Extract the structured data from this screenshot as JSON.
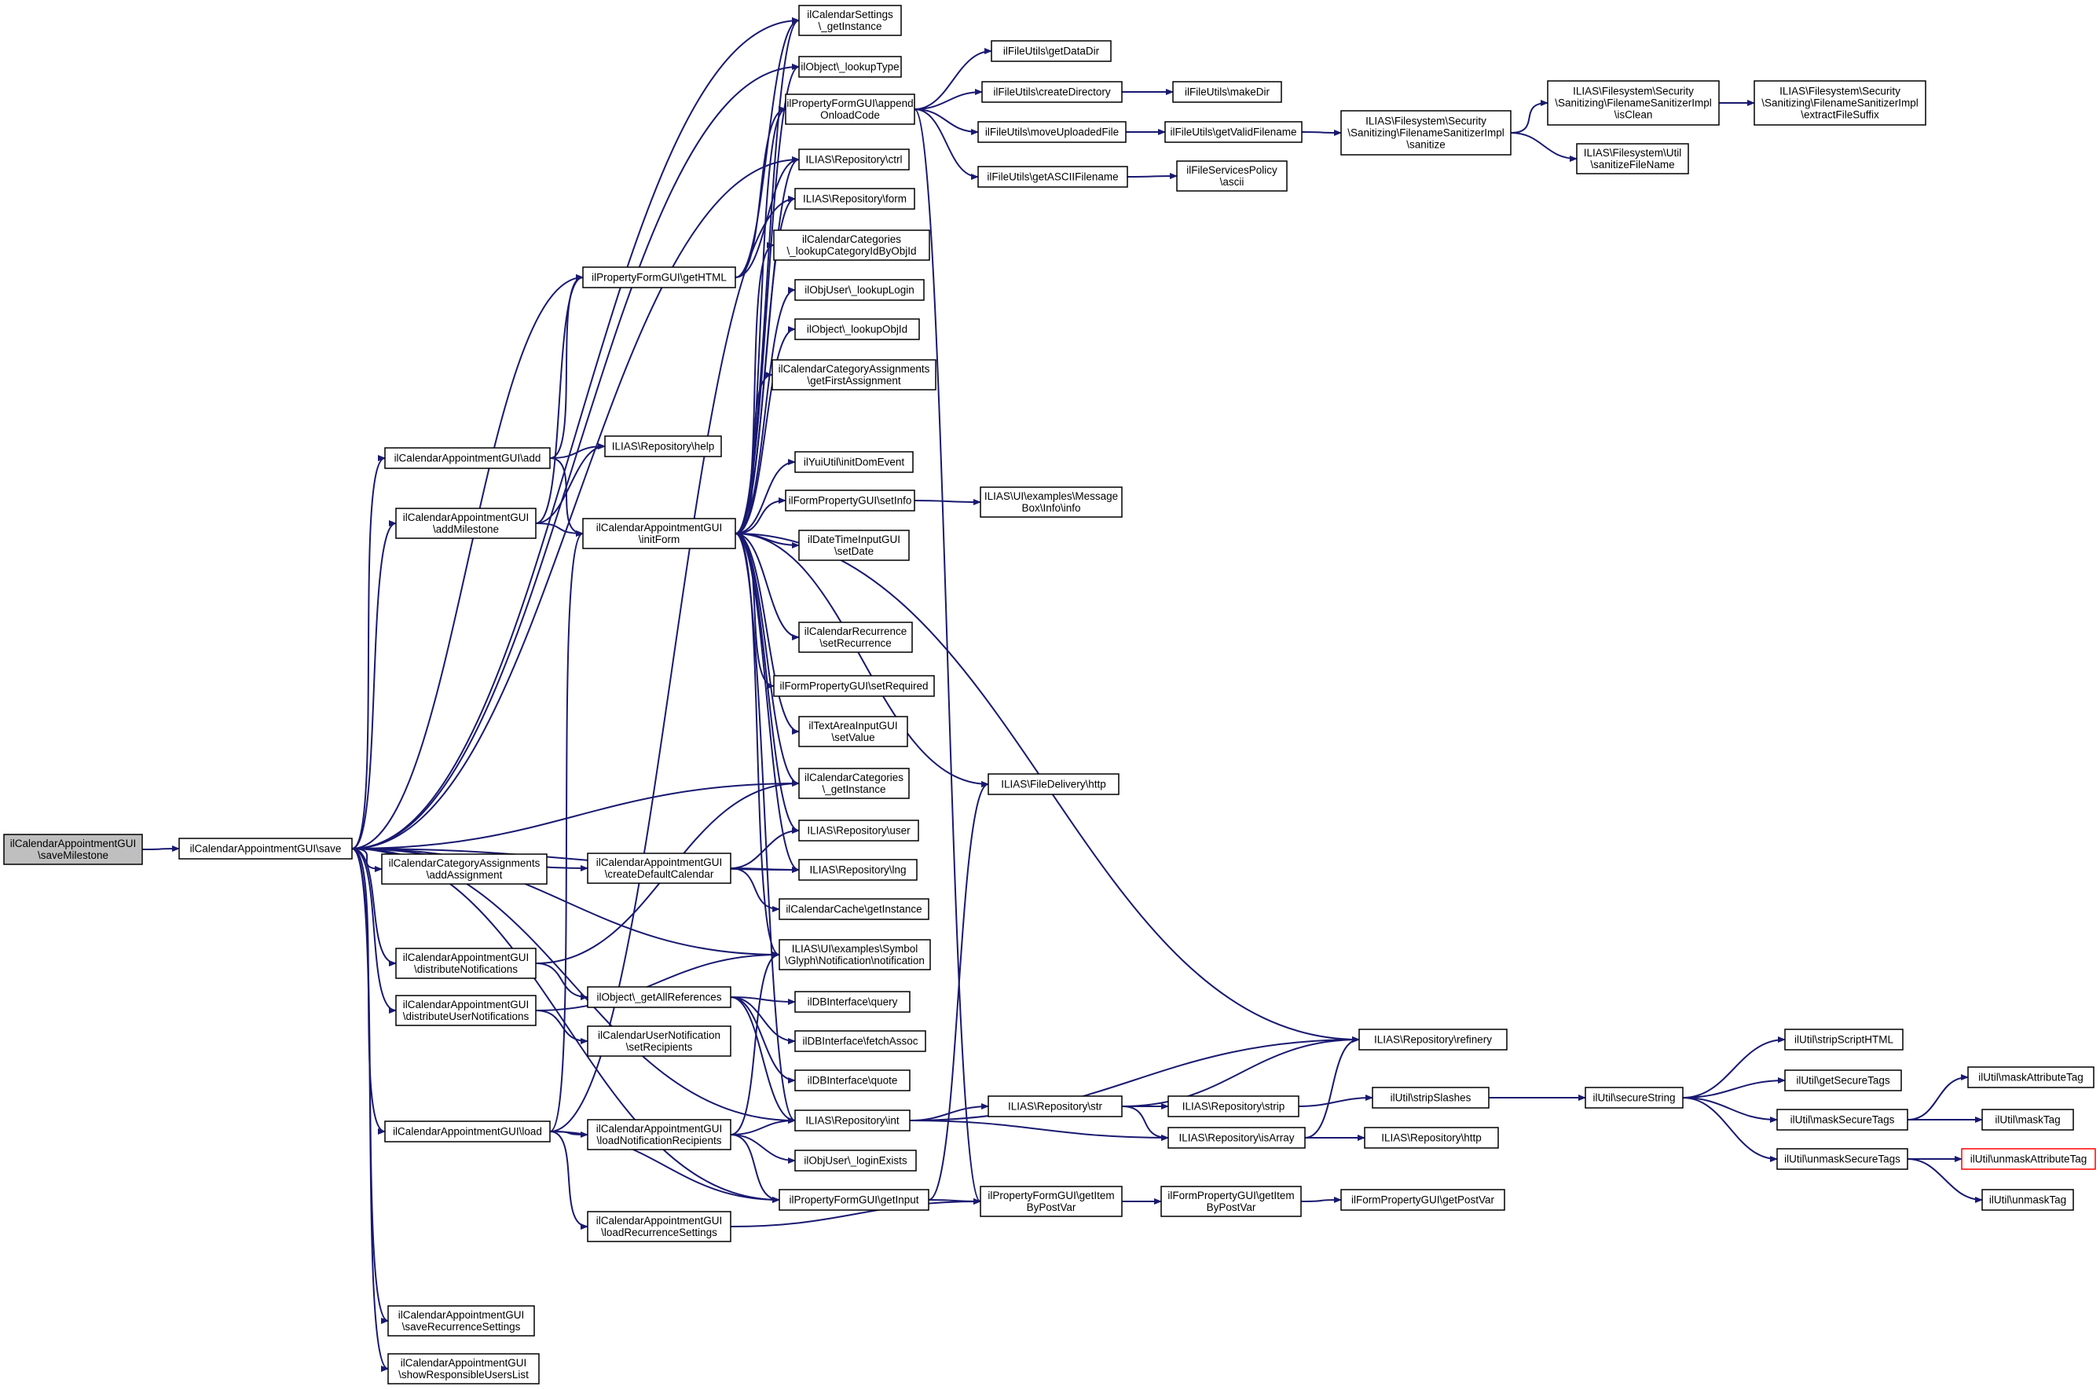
{
  "diagram": {
    "type": "call-graph",
    "colors": {
      "edge": "#191970",
      "node_border": "#000000",
      "root_fill": "#bfbfbf",
      "truncated_border": "#ff0000",
      "background": "#ffffff"
    },
    "nodes": [
      {
        "id": "saveMilestone",
        "lines": [
          "ilCalendarAppointmentGUI",
          "\\saveMilestone"
        ],
        "style": "root"
      },
      {
        "id": "save",
        "lines": [
          "ilCalendarAppointmentGUI\\save"
        ]
      },
      {
        "id": "calSettings",
        "lines": [
          "ilCalendarSettings",
          "\\_getInstance"
        ]
      },
      {
        "id": "lookupType",
        "lines": [
          "ilObject\\_lookupType"
        ]
      },
      {
        "id": "appendOnload",
        "lines": [
          "ilPropertyFormGUI\\append",
          "OnloadCode"
        ]
      },
      {
        "id": "repoCtrl",
        "lines": [
          "ILIAS\\Repository\\ctrl"
        ]
      },
      {
        "id": "repoForm",
        "lines": [
          "ILIAS\\Repository\\form"
        ]
      },
      {
        "id": "lookupCatId",
        "lines": [
          "ilCalendarCategories",
          "\\_lookupCategoryIdByObjId"
        ]
      },
      {
        "id": "lookupLogin",
        "lines": [
          "ilObjUser\\_lookupLogin"
        ]
      },
      {
        "id": "lookupObjId",
        "lines": [
          "ilObject\\_lookupObjId"
        ]
      },
      {
        "id": "getFirstAssign",
        "lines": [
          "ilCalendarCategoryAssignments",
          "\\getFirstAssignment"
        ]
      },
      {
        "id": "initDomEvent",
        "lines": [
          "ilYuiUtil\\initDomEvent"
        ]
      },
      {
        "id": "setInfo",
        "lines": [
          "ilFormPropertyGUI\\setInfo"
        ]
      },
      {
        "id": "setDate",
        "lines": [
          "ilDateTimeInputGUI",
          "\\setDate"
        ]
      },
      {
        "id": "setRecurrence",
        "lines": [
          "ilCalendarRecurrence",
          "\\setRecurrence"
        ]
      },
      {
        "id": "setRequired",
        "lines": [
          "ilFormPropertyGUI\\setRequired"
        ]
      },
      {
        "id": "setValue",
        "lines": [
          "ilTextAreaInputGUI",
          "\\setValue"
        ]
      },
      {
        "id": "calCatInst",
        "lines": [
          "ilCalendarCategories",
          "\\_getInstance"
        ]
      },
      {
        "id": "repoUser",
        "lines": [
          "ILIAS\\Repository\\user"
        ]
      },
      {
        "id": "repoLng",
        "lines": [
          "ILIAS\\Repository\\lng"
        ]
      },
      {
        "id": "calCache",
        "lines": [
          "ilCalendarCache\\getInstance"
        ]
      },
      {
        "id": "notification",
        "lines": [
          "ILIAS\\UI\\examples\\Symbol",
          "\\Glyph\\Notification\\notification"
        ]
      },
      {
        "id": "dbQuery",
        "lines": [
          "ilDBInterface\\query"
        ]
      },
      {
        "id": "dbFetch",
        "lines": [
          "ilDBInterface\\fetchAssoc"
        ]
      },
      {
        "id": "dbQuote",
        "lines": [
          "ilDBInterface\\quote"
        ]
      },
      {
        "id": "repoInt",
        "lines": [
          "ILIAS\\Repository\\int"
        ]
      },
      {
        "id": "loginExists",
        "lines": [
          "ilObjUser\\_loginExists"
        ]
      },
      {
        "id": "getInput",
        "lines": [
          "ilPropertyFormGUI\\getInput"
        ]
      },
      {
        "id": "getHTML",
        "lines": [
          "ilPropertyFormGUI\\getHTML"
        ]
      },
      {
        "id": "add",
        "lines": [
          "ilCalendarAppointmentGUI\\add"
        ]
      },
      {
        "id": "repoHelp",
        "lines": [
          "ILIAS\\Repository\\help"
        ]
      },
      {
        "id": "addMilestone",
        "lines": [
          "ilCalendarAppointmentGUI",
          "\\addMilestone"
        ]
      },
      {
        "id": "initForm",
        "lines": [
          "ilCalendarAppointmentGUI",
          "\\initForm"
        ]
      },
      {
        "id": "addAssignment",
        "lines": [
          "ilCalendarCategoryAssignments",
          "\\addAssignment"
        ]
      },
      {
        "id": "createDefCal",
        "lines": [
          "ilCalendarAppointmentGUI",
          "\\createDefaultCalendar"
        ]
      },
      {
        "id": "distNotif",
        "lines": [
          "ilCalendarAppointmentGUI",
          "\\distributeNotifications"
        ]
      },
      {
        "id": "distUserNotif",
        "lines": [
          "ilCalendarAppointmentGUI",
          "\\distributeUserNotifications"
        ]
      },
      {
        "id": "getAllRefs",
        "lines": [
          "ilObject\\_getAllReferences"
        ]
      },
      {
        "id": "setRecipients",
        "lines": [
          "ilCalendarUserNotification",
          "\\setRecipients"
        ]
      },
      {
        "id": "load",
        "lines": [
          "ilCalendarAppointmentGUI\\load"
        ]
      },
      {
        "id": "loadNotifRec",
        "lines": [
          "ilCalendarAppointmentGUI",
          "\\loadNotificationRecipients"
        ]
      },
      {
        "id": "loadRecSet",
        "lines": [
          "ilCalendarAppointmentGUI",
          "\\loadRecurrenceSettings"
        ]
      },
      {
        "id": "saveRecSet",
        "lines": [
          "ilCalendarAppointmentGUI",
          "\\saveRecurrenceSettings"
        ]
      },
      {
        "id": "showResp",
        "lines": [
          "ilCalendarAppointmentGUI",
          "\\showResponsibleUsersList"
        ]
      },
      {
        "id": "getDataDir",
        "lines": [
          "ilFileUtils\\getDataDir"
        ]
      },
      {
        "id": "createDir",
        "lines": [
          "ilFileUtils\\createDirectory"
        ]
      },
      {
        "id": "makeDir",
        "lines": [
          "ilFileUtils\\makeDir"
        ]
      },
      {
        "id": "moveUploaded",
        "lines": [
          "ilFileUtils\\moveUploadedFile"
        ]
      },
      {
        "id": "getValidFn",
        "lines": [
          "ilFileUtils\\getValidFilename"
        ]
      },
      {
        "id": "getAsciiFn",
        "lines": [
          "ilFileUtils\\getASCIIFilename"
        ]
      },
      {
        "id": "fsAscii",
        "lines": [
          "ilFileServicesPolicy",
          "\\ascii"
        ]
      },
      {
        "id": "sanitize",
        "lines": [
          "ILIAS\\Filesystem\\Security",
          "\\Sanitizing\\FilenameSanitizerImpl",
          "\\sanitize"
        ]
      },
      {
        "id": "isClean",
        "lines": [
          "ILIAS\\Filesystem\\Security",
          "\\Sanitizing\\FilenameSanitizerImpl",
          "\\isClean"
        ]
      },
      {
        "id": "extractSuffix",
        "lines": [
          "ILIAS\\Filesystem\\Security",
          "\\Sanitizing\\FilenameSanitizerImpl",
          "\\extractFileSuffix"
        ]
      },
      {
        "id": "sanitizeFn",
        "lines": [
          "ILIAS\\Filesystem\\Util",
          "\\sanitizeFileName"
        ]
      },
      {
        "id": "msgInfo",
        "lines": [
          "ILIAS\\UI\\examples\\Message",
          "Box\\Info\\info"
        ]
      },
      {
        "id": "fdHttp",
        "lines": [
          "ILIAS\\FileDelivery\\http"
        ]
      },
      {
        "id": "refinery",
        "lines": [
          "ILIAS\\Repository\\refinery"
        ]
      },
      {
        "id": "repoStr",
        "lines": [
          "ILIAS\\Repository\\str"
        ]
      },
      {
        "id": "repoStrip",
        "lines": [
          "ILIAS\\Repository\\strip"
        ]
      },
      {
        "id": "repoIsArray",
        "lines": [
          "ILIAS\\Repository\\isArray"
        ]
      },
      {
        "id": "repoHttp",
        "lines": [
          "ILIAS\\Repository\\http"
        ]
      },
      {
        "id": "stripSlashes",
        "lines": [
          "ilUtil\\stripSlashes"
        ]
      },
      {
        "id": "getItemPV",
        "lines": [
          "ilPropertyFormGUI\\getItem",
          "ByPostVar"
        ]
      },
      {
        "id": "fpGetItemPV",
        "lines": [
          "ilFormPropertyGUI\\getItem",
          "ByPostVar"
        ]
      },
      {
        "id": "getPostVar",
        "lines": [
          "ilFormPropertyGUI\\getPostVar"
        ]
      },
      {
        "id": "secureString",
        "lines": [
          "ilUtil\\secureString"
        ]
      },
      {
        "id": "stripScript",
        "lines": [
          "ilUtil\\stripScriptHTML"
        ]
      },
      {
        "id": "getSecureTags",
        "lines": [
          "ilUtil\\getSecureTags"
        ]
      },
      {
        "id": "maskSecure",
        "lines": [
          "ilUtil\\maskSecureTags"
        ]
      },
      {
        "id": "unmaskSecure",
        "lines": [
          "ilUtil\\unmaskSecureTags"
        ]
      },
      {
        "id": "maskAttr",
        "lines": [
          "ilUtil\\maskAttributeTag"
        ]
      },
      {
        "id": "maskTag",
        "lines": [
          "ilUtil\\maskTag"
        ]
      },
      {
        "id": "unmaskAttr",
        "lines": [
          "ilUtil\\unmaskAttributeTag"
        ],
        "style": "truncated"
      },
      {
        "id": "unmaskTag",
        "lines": [
          "ilUtil\\unmaskTag"
        ]
      }
    ],
    "edges": [
      [
        "saveMilestone",
        "save"
      ],
      [
        "save",
        "calSettings"
      ],
      [
        "save",
        "lookupType"
      ],
      [
        "save",
        "repoCtrl"
      ],
      [
        "save",
        "getHTML"
      ],
      [
        "save",
        "add"
      ],
      [
        "save",
        "addMilestone"
      ],
      [
        "save",
        "calCatInst"
      ],
      [
        "save",
        "repoLng"
      ],
      [
        "save",
        "addAssignment"
      ],
      [
        "save",
        "createDefCal"
      ],
      [
        "save",
        "notification"
      ],
      [
        "save",
        "distNotif"
      ],
      [
        "save",
        "distUserNotif"
      ],
      [
        "save",
        "repoInt"
      ],
      [
        "save",
        "load"
      ],
      [
        "save",
        "getInput"
      ],
      [
        "save",
        "saveRecSet"
      ],
      [
        "save",
        "showResp"
      ],
      [
        "getHTML",
        "appendOnload"
      ],
      [
        "getHTML",
        "repoCtrl"
      ],
      [
        "getHTML",
        "calSettings"
      ],
      [
        "add",
        "getHTML"
      ],
      [
        "add",
        "repoHelp"
      ],
      [
        "add",
        "initForm"
      ],
      [
        "addMilestone",
        "getHTML"
      ],
      [
        "addMilestone",
        "repoHelp"
      ],
      [
        "addMilestone",
        "initForm"
      ],
      [
        "initForm",
        "calSettings"
      ],
      [
        "initForm",
        "lookupType"
      ],
      [
        "initForm",
        "appendOnload"
      ],
      [
        "initForm",
        "repoCtrl"
      ],
      [
        "initForm",
        "repoForm"
      ],
      [
        "initForm",
        "lookupCatId"
      ],
      [
        "initForm",
        "lookupLogin"
      ],
      [
        "initForm",
        "lookupObjId"
      ],
      [
        "initForm",
        "getFirstAssign"
      ],
      [
        "initForm",
        "initDomEvent"
      ],
      [
        "initForm",
        "setInfo"
      ],
      [
        "initForm",
        "setDate"
      ],
      [
        "initForm",
        "setRecurrence"
      ],
      [
        "initForm",
        "setRequired"
      ],
      [
        "initForm",
        "setValue"
      ],
      [
        "initForm",
        "calCatInst"
      ],
      [
        "initForm",
        "repoUser"
      ],
      [
        "initForm",
        "repoLng"
      ],
      [
        "initForm",
        "notification"
      ],
      [
        "initForm",
        "repoInt"
      ],
      [
        "initForm",
        "fdHttp"
      ],
      [
        "initForm",
        "refinery"
      ],
      [
        "appendOnload",
        "getDataDir"
      ],
      [
        "appendOnload",
        "createDir"
      ],
      [
        "appendOnload",
        "moveUploaded"
      ],
      [
        "appendOnload",
        "getAsciiFn"
      ],
      [
        "appendOnload",
        "getItemPV"
      ],
      [
        "createDir",
        "makeDir"
      ],
      [
        "moveUploaded",
        "getValidFn"
      ],
      [
        "getAsciiFn",
        "fsAscii"
      ],
      [
        "getValidFn",
        "sanitize"
      ],
      [
        "sanitize",
        "isClean"
      ],
      [
        "sanitize",
        "sanitizeFn"
      ],
      [
        "isClean",
        "extractSuffix"
      ],
      [
        "setInfo",
        "msgInfo"
      ],
      [
        "createDefCal",
        "repoUser"
      ],
      [
        "createDefCal",
        "repoLng"
      ],
      [
        "createDefCal",
        "calCache"
      ],
      [
        "distNotif",
        "calCatInst"
      ],
      [
        "distNotif",
        "getAllRefs"
      ],
      [
        "distUserNotif",
        "notification"
      ],
      [
        "distUserNotif",
        "setRecipients"
      ],
      [
        "getAllRefs",
        "dbQuery"
      ],
      [
        "getAllRefs",
        "dbFetch"
      ],
      [
        "getAllRefs",
        "dbQuote"
      ],
      [
        "getAllRefs",
        "repoInt"
      ],
      [
        "load",
        "repoForm"
      ],
      [
        "load",
        "initForm"
      ],
      [
        "load",
        "loadNotifRec"
      ],
      [
        "load",
        "loadRecSet"
      ],
      [
        "load",
        "getInput"
      ],
      [
        "loadNotifRec",
        "notification"
      ],
      [
        "loadNotifRec",
        "repoInt"
      ],
      [
        "loadNotifRec",
        "loginExists"
      ],
      [
        "loadNotifRec",
        "getInput"
      ],
      [
        "loadRecSet",
        "getItemPV"
      ],
      [
        "getInput",
        "getItemPV"
      ],
      [
        "getInput",
        "fdHttp"
      ],
      [
        "repoInt",
        "refinery"
      ],
      [
        "repoInt",
        "repoStr"
      ],
      [
        "repoInt",
        "repoIsArray"
      ],
      [
        "repoStr",
        "refinery"
      ],
      [
        "repoStr",
        "repoStrip"
      ],
      [
        "repoStr",
        "repoIsArray"
      ],
      [
        "repoStrip",
        "stripSlashes"
      ],
      [
        "repoIsArray",
        "refinery"
      ],
      [
        "repoIsArray",
        "repoHttp"
      ],
      [
        "stripSlashes",
        "secureString"
      ],
      [
        "secureString",
        "stripScript"
      ],
      [
        "secureString",
        "getSecureTags"
      ],
      [
        "secureString",
        "maskSecure"
      ],
      [
        "secureString",
        "unmaskSecure"
      ],
      [
        "maskSecure",
        "maskAttr"
      ],
      [
        "maskSecure",
        "maskTag"
      ],
      [
        "unmaskSecure",
        "unmaskAttr"
      ],
      [
        "unmaskSecure",
        "unmaskTag"
      ],
      [
        "getItemPV",
        "fpGetItemPV"
      ],
      [
        "fpGetItemPV",
        "getPostVar"
      ]
    ]
  }
}
